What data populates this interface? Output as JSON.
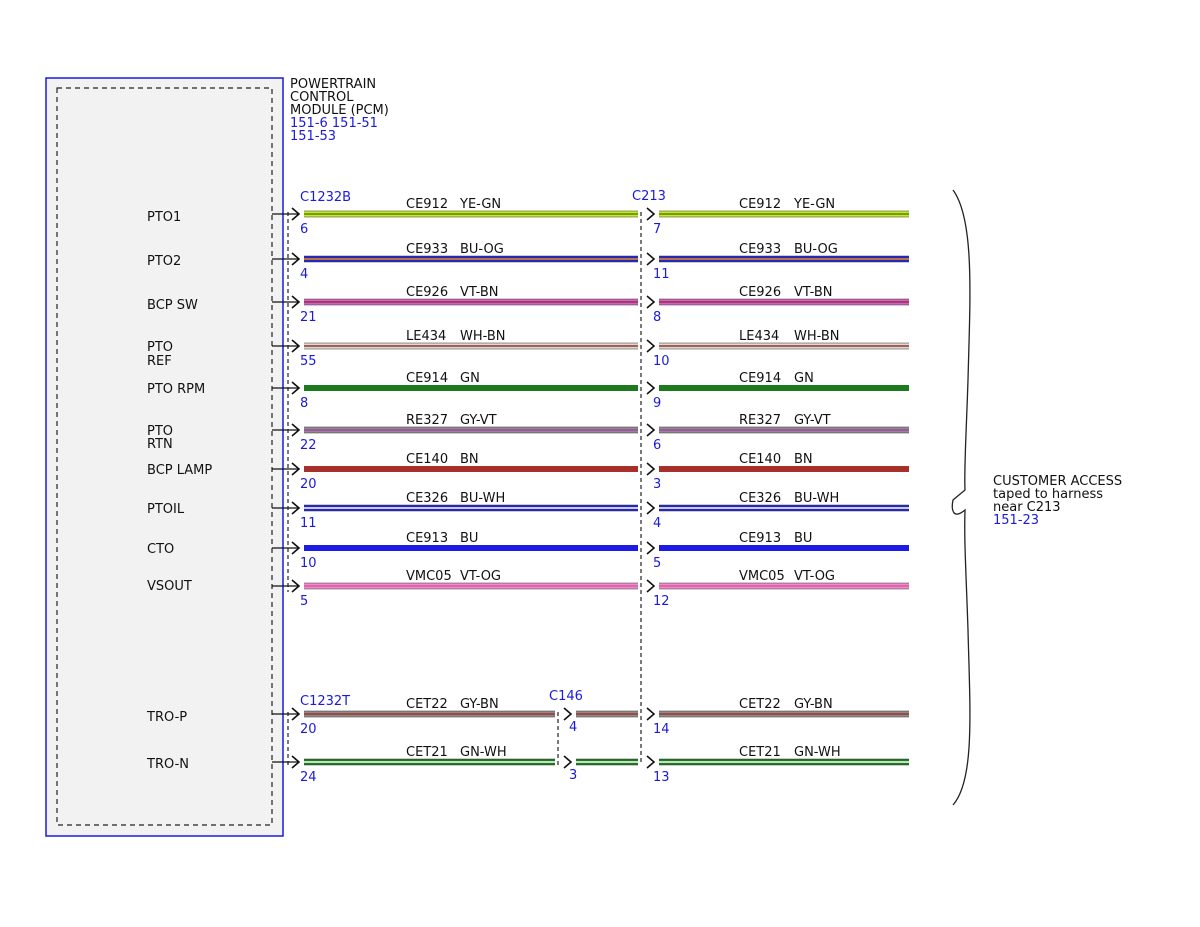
{
  "module": {
    "name_lines": [
      "POWERTRAIN",
      "CONTROL",
      "MODULE (PCM)"
    ],
    "ref_lines": [
      "151-6  151-51",
      "151-53"
    ]
  },
  "connectors": {
    "pcm_b": "C1232B",
    "pcm_t": "C1232T",
    "mid": "C213",
    "inline": "C146"
  },
  "access": {
    "lines": [
      "CUSTOMER ACCESS",
      "taped to harness",
      "near C213"
    ],
    "ref": "151-23"
  },
  "colors": {
    "module_border": "#1a1adc",
    "module_fill": "#f2f2f2",
    "ref_text": "#1a1adc"
  },
  "circuits": [
    {
      "signal": [
        "PTO1"
      ],
      "circuit": "CE912",
      "wire": "YE-GN",
      "pin_pcm": "6",
      "pin_c213": "7",
      "color1": "#d4e619",
      "color2": "#3a8a1e",
      "style": "double"
    },
    {
      "signal": [
        "PTO2"
      ],
      "circuit": "CE933",
      "wire": "BU-OG",
      "pin_pcm": "4",
      "pin_c213": "11",
      "color1": "#2626c8",
      "color2": "#e88a1a",
      "style": "double"
    },
    {
      "signal": [
        "BCP SW"
      ],
      "circuit": "CE926",
      "wire": "VT-BN",
      "pin_pcm": "21",
      "pin_c213": "8",
      "color1": "#d85ad8",
      "color2": "#8a3c1e",
      "style": "double"
    },
    {
      "signal": [
        "PTO",
        "REF"
      ],
      "circuit": "LE434",
      "wire": "WH-BN",
      "pin_pcm": "55",
      "pin_c213": "10",
      "color1": "#e0d6d6",
      "color2": "#8a3c1e",
      "style": "double"
    },
    {
      "signal": [
        "PTO RPM"
      ],
      "circuit": "CE914",
      "wire": "GN",
      "pin_pcm": "8",
      "pin_c213": "9",
      "color1": "#1e7a1e",
      "color2": "",
      "style": "solid"
    },
    {
      "signal": [
        "PTO",
        "RTN"
      ],
      "circuit": "RE327",
      "wire": "GY-VT",
      "pin_pcm": "22",
      "pin_c213": "6",
      "color1": "#8c8c8c",
      "color2": "#b03cb0",
      "style": "double"
    },
    {
      "signal": [
        "BCP LAMP"
      ],
      "circuit": "CE140",
      "wire": "BN",
      "pin_pcm": "20",
      "pin_c213": "3",
      "color1": "#a8302a",
      "color2": "",
      "style": "solid"
    },
    {
      "signal": [
        "PTOIL"
      ],
      "circuit": "CE326",
      "wire": "BU-WH",
      "pin_pcm": "11",
      "pin_c213": "4",
      "color1": "#2626c8",
      "color2": "#ffffff",
      "style": "double"
    },
    {
      "signal": [
        "CTO"
      ],
      "circuit": "CE913",
      "wire": "BU",
      "pin_pcm": "10",
      "pin_c213": "5",
      "color1": "#1c1ce6",
      "color2": "",
      "style": "solid"
    },
    {
      "signal": [
        "VSOUT"
      ],
      "circuit": "VMC05",
      "wire": "VT-OG",
      "pin_pcm": "5",
      "pin_c213": "12",
      "color1": "#f08cc8",
      "color2": "#d85aa8",
      "style": "double"
    },
    {
      "signal": [
        "TRO-P"
      ],
      "circuit": "CET22",
      "wire": "GY-BN",
      "pin_pcm": "20",
      "pin_c146": "4",
      "pin_c213": "14",
      "color1": "#8c8c8c",
      "color2": "#a8302a",
      "style": "double"
    },
    {
      "signal": [
        "TRO-N"
      ],
      "circuit": "CET21",
      "wire": "GN-WH",
      "pin_pcm": "24",
      "pin_c146": "3",
      "pin_c213": "13",
      "color1": "#1e7a1e",
      "color2": "#ffffff",
      "style": "double"
    }
  ]
}
